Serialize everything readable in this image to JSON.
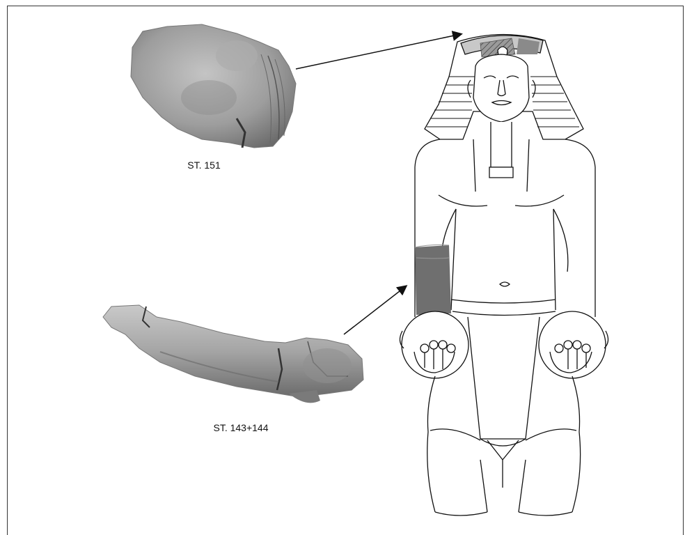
{
  "fragments": [
    {
      "id": "st151",
      "label": "ST. 151"
    },
    {
      "id": "st143_144",
      "label": "ST. 143+144"
    }
  ],
  "colors": {
    "line": "#111111",
    "stone_light": "#b9b9b9",
    "stone_mid": "#8f8f8f",
    "stone_dark": "#5e5e5e",
    "highlight_fill": "#6f6f6f",
    "headdress_fill": "#8a8a8a"
  },
  "icons": [
    "arrow-to-headdress",
    "arrow-to-forearm"
  ]
}
